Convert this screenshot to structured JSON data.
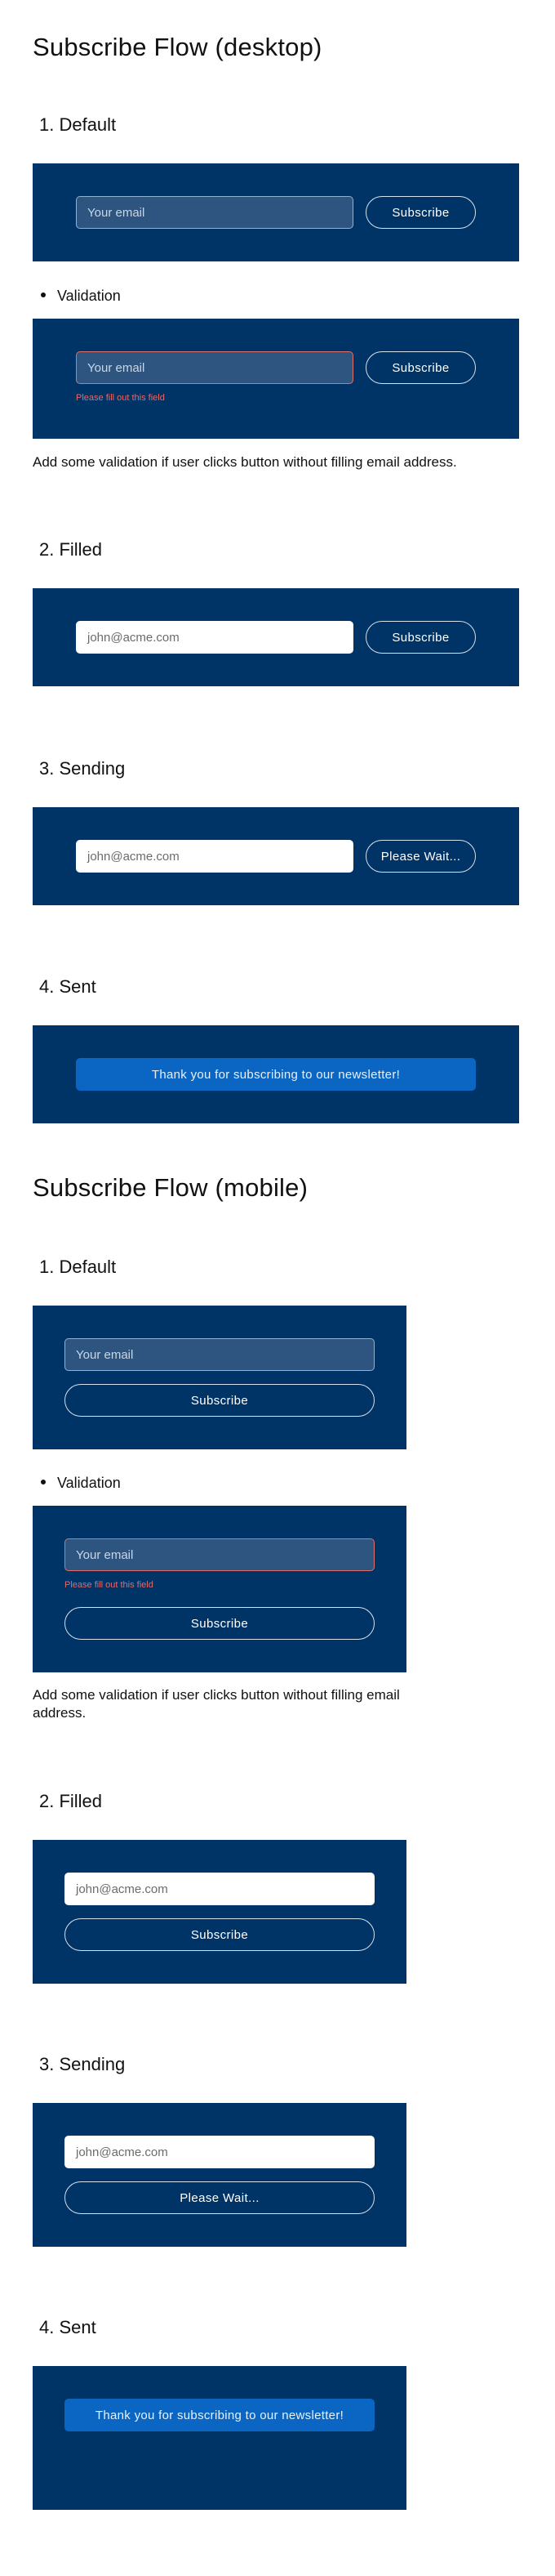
{
  "desktop": {
    "title": "Subscribe Flow (desktop)",
    "default": {
      "heading": "1. Default",
      "email_placeholder": "Your email",
      "button_label": "Subscribe"
    },
    "validation": {
      "heading": "Validation",
      "email_placeholder": "Your email",
      "error_text": "Please fill out this field",
      "button_label": "Subscribe",
      "note": "Add some validation if user clicks button without filling email address."
    },
    "filled": {
      "heading": "2. Filled",
      "email_value": "john@acme.com",
      "button_label": "Subscribe"
    },
    "sending": {
      "heading": "3. Sending",
      "email_value": "john@acme.com",
      "button_label": "Please Wait..."
    },
    "sent": {
      "heading": "4. Sent",
      "message": "Thank you for subscribing to our newsletter!"
    }
  },
  "mobile": {
    "title": "Subscribe Flow (mobile)",
    "default": {
      "heading": "1. Default",
      "email_placeholder": "Your email",
      "button_label": "Subscribe"
    },
    "validation": {
      "heading": "Validation",
      "email_placeholder": "Your email",
      "error_text": "Please fill out this field",
      "button_label": "Subscribe",
      "note": "Add some validation if user clicks button without filling email address."
    },
    "filled": {
      "heading": "2. Filled",
      "email_value": "john@acme.com",
      "button_label": "Subscribe"
    },
    "sending": {
      "heading": "3. Sending",
      "email_value": "john@acme.com",
      "button_label": "Please Wait..."
    },
    "sent": {
      "heading": "4. Sent",
      "message": "Thank you for subscribing to our newsletter!"
    }
  },
  "colors": {
    "panel_background": "#003366",
    "input_empty_background": "#2d5580",
    "error_red": "#e46a6a",
    "thanks_background": "#0a66c2"
  }
}
